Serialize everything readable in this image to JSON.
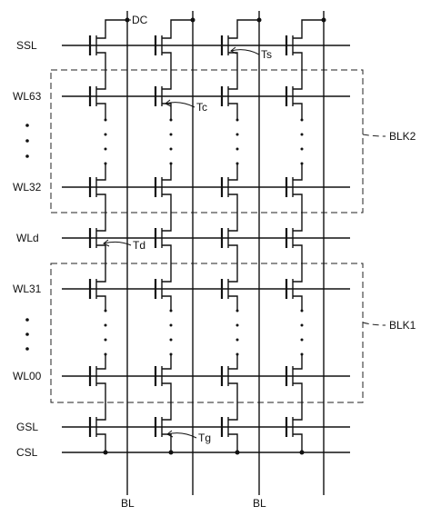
{
  "labels": {
    "ssl": "SSL",
    "wl63": "WL63",
    "wl32": "WL32",
    "wld": "WLd",
    "wl31": "WL31",
    "wl00": "WL00",
    "gsl": "GSL",
    "csl": "CSL",
    "dc": "DC",
    "ts": "Ts",
    "tc": "Tc",
    "td": "Td",
    "tg": "Tg",
    "blk2": "BLK2",
    "blk1": "BLK1",
    "bl_left": "BL",
    "bl_right": "BL"
  }
}
